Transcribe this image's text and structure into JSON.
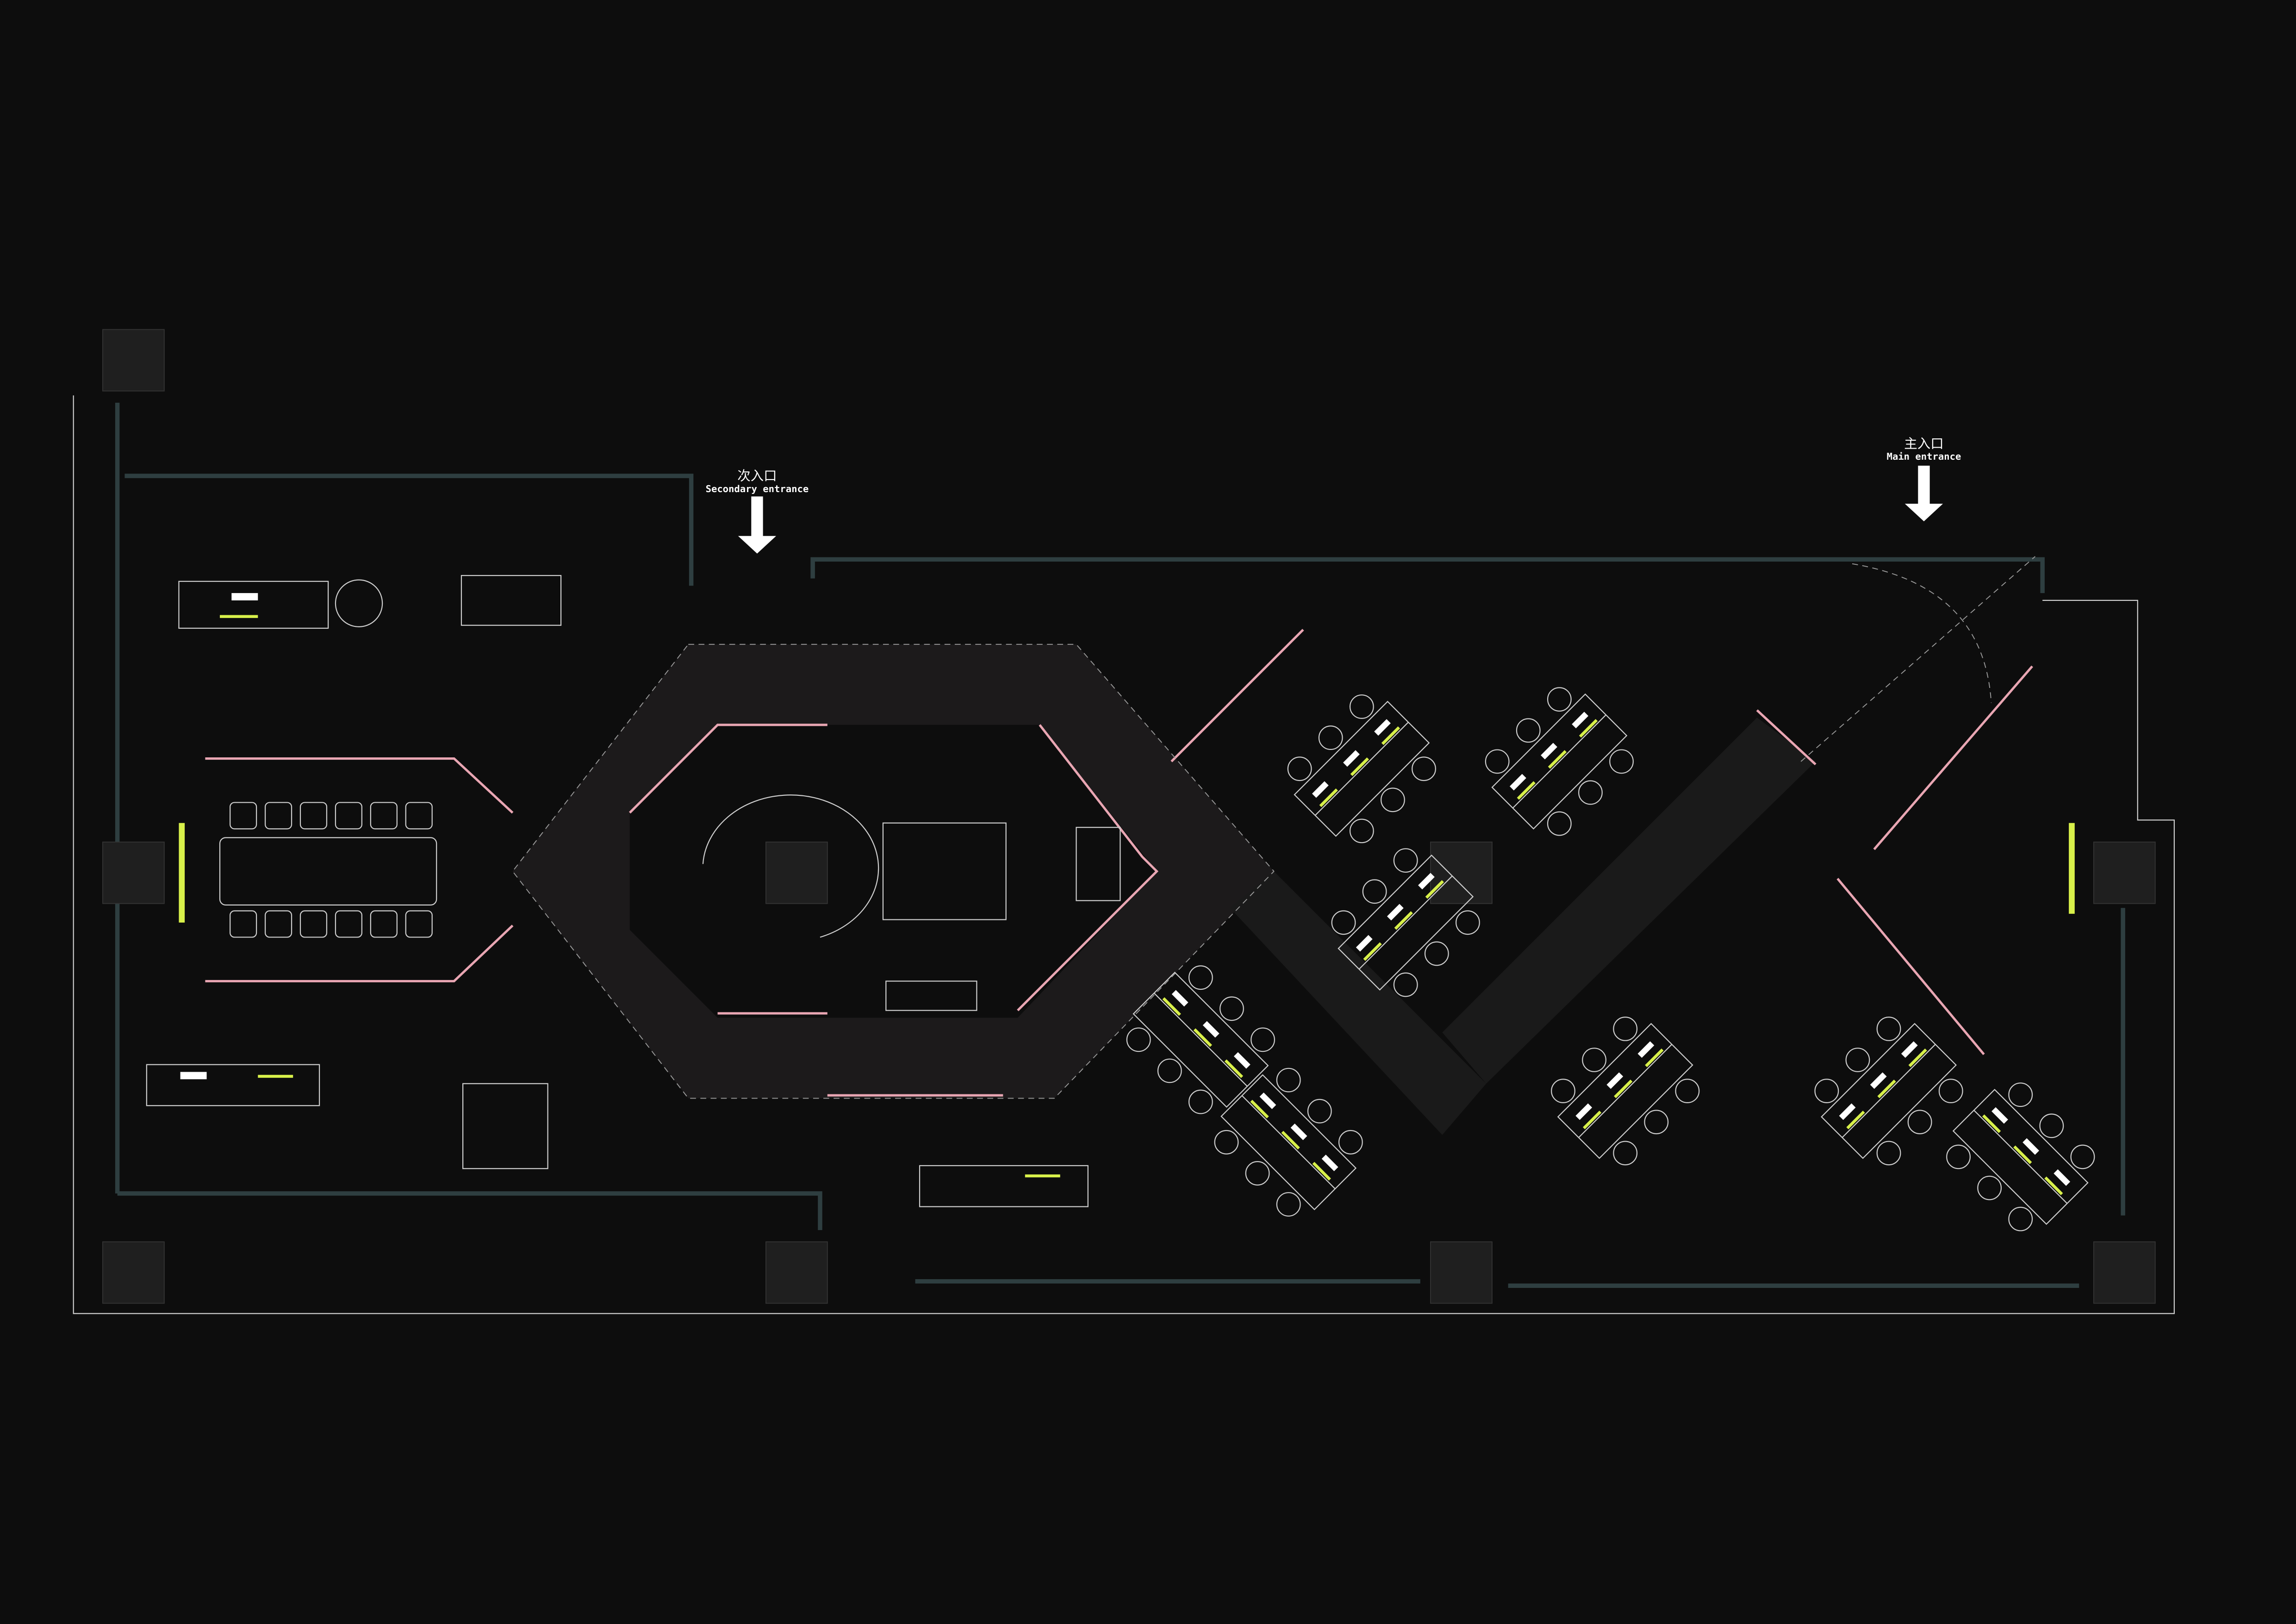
{
  "entrances": {
    "secondary": {
      "label_cn": "次入口",
      "label_en": "Secondary entrance"
    },
    "main": {
      "label_cn": "主入口",
      "label_en": "Main entrance"
    }
  },
  "colors": {
    "background": "#0d0d0d",
    "corridor": "#1c1a1b",
    "accent_pink": "#e9a6b3",
    "accent_yellow": "#d8f04a",
    "wall": "#2e3e40",
    "lines": "#cfcfcf"
  }
}
